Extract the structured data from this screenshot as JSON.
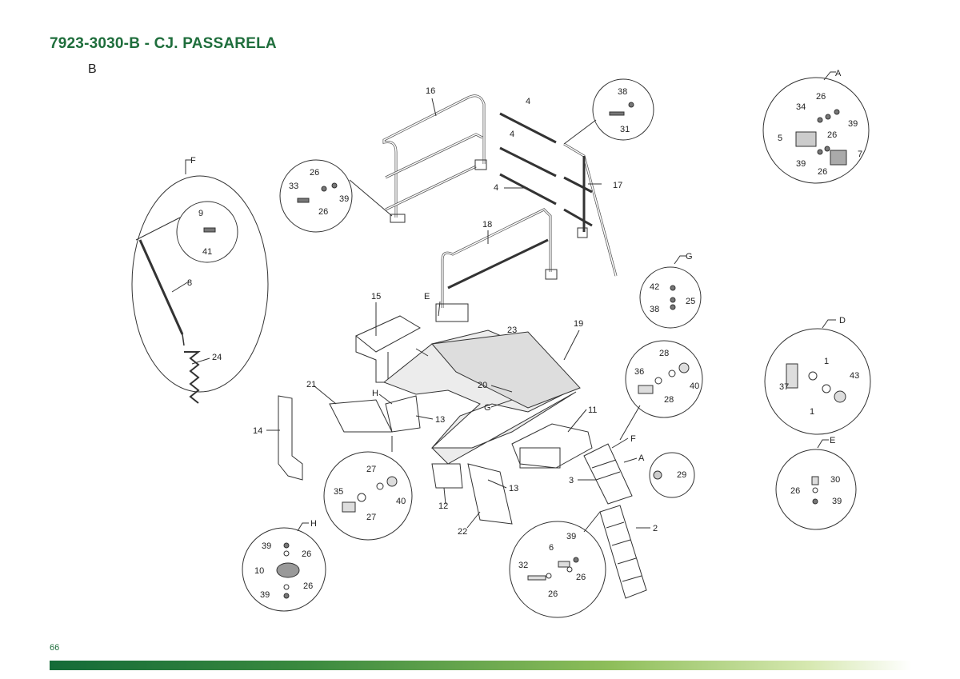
{
  "header": {
    "title": "7923-3030-B - CJ. PASSARELA",
    "view_letter": "B"
  },
  "footer": {
    "page_number": "66"
  },
  "callouts": [
    {
      "t": "16"
    },
    {
      "t": "4"
    },
    {
      "t": "4"
    },
    {
      "t": "4"
    },
    {
      "t": "17"
    },
    {
      "t": "18"
    },
    {
      "t": "15"
    },
    {
      "t": "E"
    },
    {
      "t": "23"
    },
    {
      "t": "19"
    },
    {
      "t": "20"
    },
    {
      "t": "G"
    },
    {
      "t": "H"
    },
    {
      "t": "21"
    },
    {
      "t": "13"
    },
    {
      "t": "14"
    },
    {
      "t": "11"
    },
    {
      "t": "F"
    },
    {
      "t": "A"
    },
    {
      "t": "3"
    },
    {
      "t": "13"
    },
    {
      "t": "12"
    },
    {
      "t": "22"
    },
    {
      "t": "2"
    },
    {
      "t": "8"
    },
    {
      "t": "24"
    }
  ],
  "details": [
    {
      "id": "F",
      "labels": [
        "9",
        "41"
      ]
    },
    {
      "id": "bolt-26",
      "labels": [
        "26",
        "33",
        "39",
        "26"
      ]
    },
    {
      "id": "bolt-38",
      "labels": [
        "38",
        "31"
      ]
    },
    {
      "id": "A",
      "labels": [
        "26",
        "34",
        "39",
        "26",
        "5",
        "7",
        "39",
        "26"
      ]
    },
    {
      "id": "G",
      "labels": [
        "42",
        "25",
        "38"
      ]
    },
    {
      "id": "D",
      "labels": [
        "1",
        "43",
        "37",
        "1"
      ]
    },
    {
      "id": "mount-28",
      "labels": [
        "28",
        "36",
        "40",
        "28"
      ]
    },
    {
      "id": "E",
      "labels": [
        "30",
        "26",
        "39"
      ]
    },
    {
      "id": "mount-27",
      "labels": [
        "27",
        "35",
        "40",
        "27"
      ]
    },
    {
      "id": "H",
      "labels": [
        "39",
        "26",
        "10",
        "26",
        "39"
      ]
    },
    {
      "id": "step-39",
      "labels": [
        "39",
        "6",
        "32",
        "26",
        "26"
      ]
    },
    {
      "id": "pin-29",
      "labels": [
        "29"
      ]
    }
  ]
}
